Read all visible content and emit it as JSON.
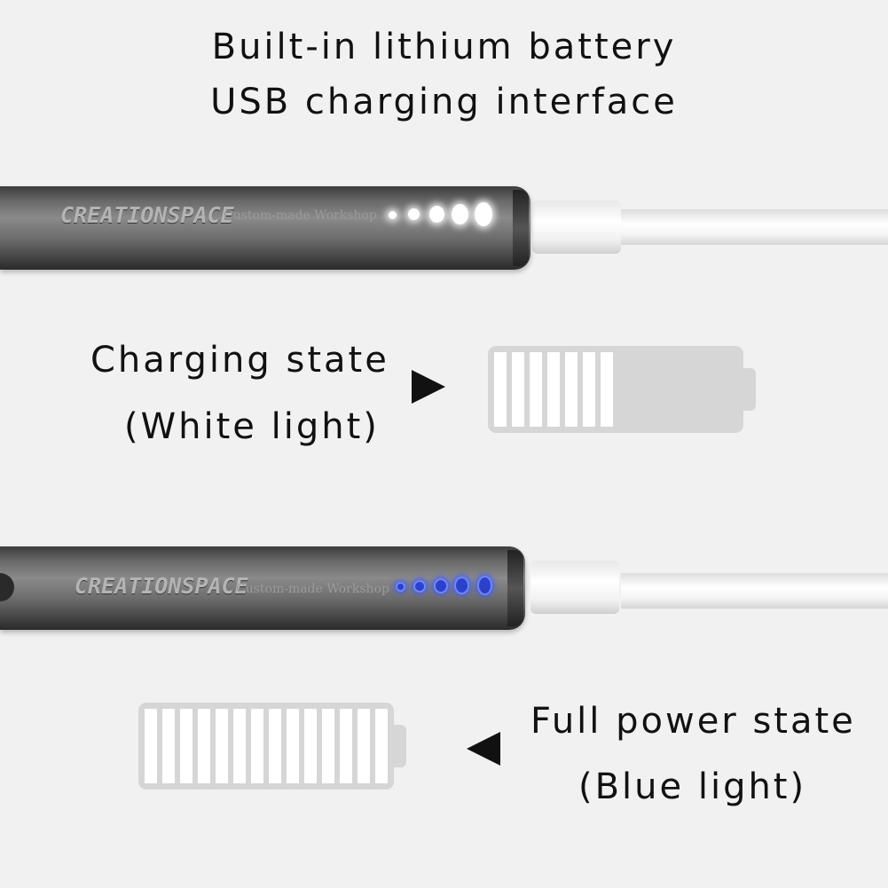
{
  "headings": {
    "line1": "Built-in lithium battery",
    "line2": "USB charging interface"
  },
  "pen_top": {
    "brand": "CREATIONSPACE",
    "subtitle": "Custom-made Workshop",
    "led_color": "#ffffff",
    "led_count": 5
  },
  "pen_bottom": {
    "brand": "CREATIONSPACE",
    "subtitle": "Custom-made Workshop",
    "led_color": "#2b41c9",
    "led_count": 5
  },
  "charging": {
    "label_line1": "Charging state",
    "label_line2": "(White light)",
    "battery_level": 0.5,
    "arrow_icon": "arrow-right-icon"
  },
  "full": {
    "label_line1": "Full power state",
    "label_line2": "(Blue light)",
    "battery_level": 1.0,
    "arrow_icon": "arrow-left-icon"
  },
  "colors": {
    "background": "#f1f1f1",
    "battery_shell": "#d6d6d6",
    "battery_cell": "#ffffff",
    "text": "#111111"
  }
}
